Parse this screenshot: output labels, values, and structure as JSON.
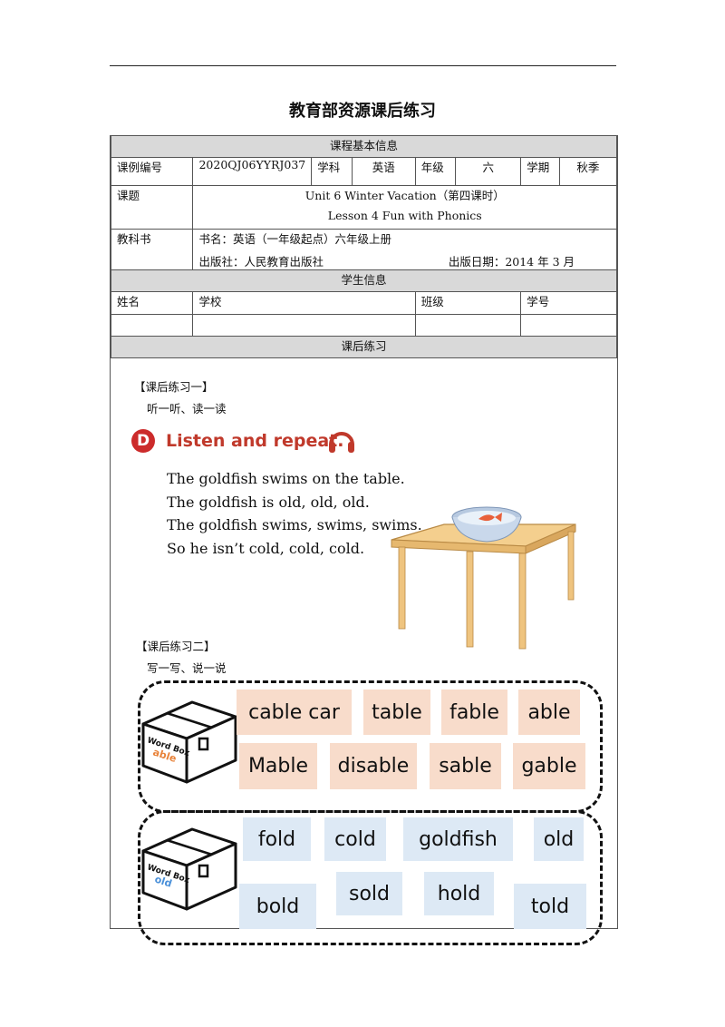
{
  "title": "教育部资源课后练习",
  "course_info": {
    "header": "课程基本信息",
    "case_no_label": "课例编号",
    "case_no": "2020QJ06YYRJ037",
    "subject_label": "学科",
    "subject": "英语",
    "grade_label": "年级",
    "grade": "六",
    "term_label": "学期",
    "term": "秋季",
    "topic_label": "课题",
    "topic_line1": "Unit 6 Winter  Vacation（第四课时）",
    "topic_line2": "Lesson 4 Fun with Phonics",
    "textbook_label": "教科书",
    "book_name": "书名：英语（一年级起点）六年级上册",
    "publisher": "出版社：人民教育出版社",
    "pub_date": "出版日期：2014 年 3 月"
  },
  "student_info": {
    "header": "学生信息",
    "name_label": "姓名",
    "school_label": "学校",
    "class_label": "班级",
    "id_label": "学号"
  },
  "exercise": {
    "header": "课后练习",
    "ex1_title": "【课后练习一】",
    "ex1_instr": "听一听、读一读",
    "badge": "D",
    "listen_title": "Listen and repeat.",
    "poem": [
      "The goldfish swims on the table.",
      "The goldfish is old, old, old.",
      "The goldfish swims, swims, swims.",
      "So he isn’t cold, cold, cold."
    ],
    "ex2_title": "【课后练习二】",
    "ex2_instr": "写一写、说一说",
    "box_label": "Word Box",
    "able_tag": "able",
    "old_tag": "old",
    "able_words": [
      "cable car",
      "table",
      "fable",
      "able",
      "Mable",
      "disable",
      "sable",
      "gable"
    ],
    "old_words": [
      "fold",
      "cold",
      "goldfish",
      "old",
      "bold",
      "sold",
      "hold",
      "told"
    ]
  },
  "colors": {
    "red": "#c0392b",
    "able_tag": "#e8833a",
    "old_tag": "#4a90d9",
    "able_bg": "#f8dccb",
    "old_bg": "#dde9f5"
  }
}
